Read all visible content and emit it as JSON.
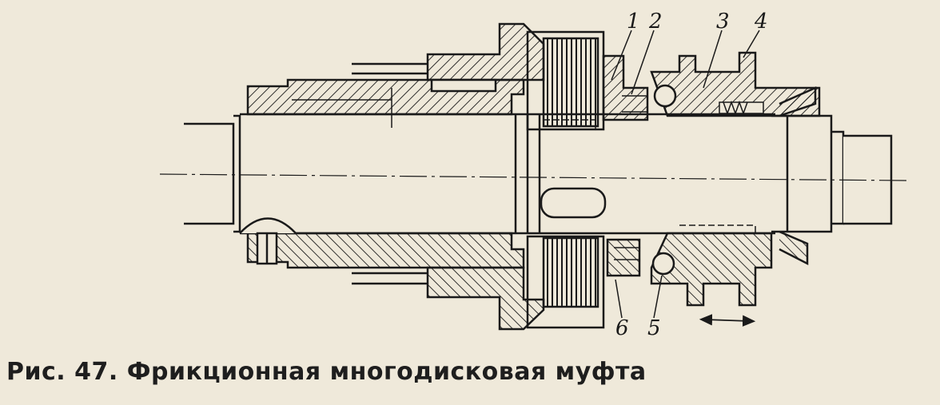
{
  "figure": {
    "caption": "Рис. 47. Фрикционная многодисковая муфта",
    "part_labels": [
      "1",
      "2",
      "3",
      "4",
      "5",
      "6"
    ]
  },
  "colors": {
    "paper": "#efe9da",
    "ink": "#1a1a1a"
  }
}
